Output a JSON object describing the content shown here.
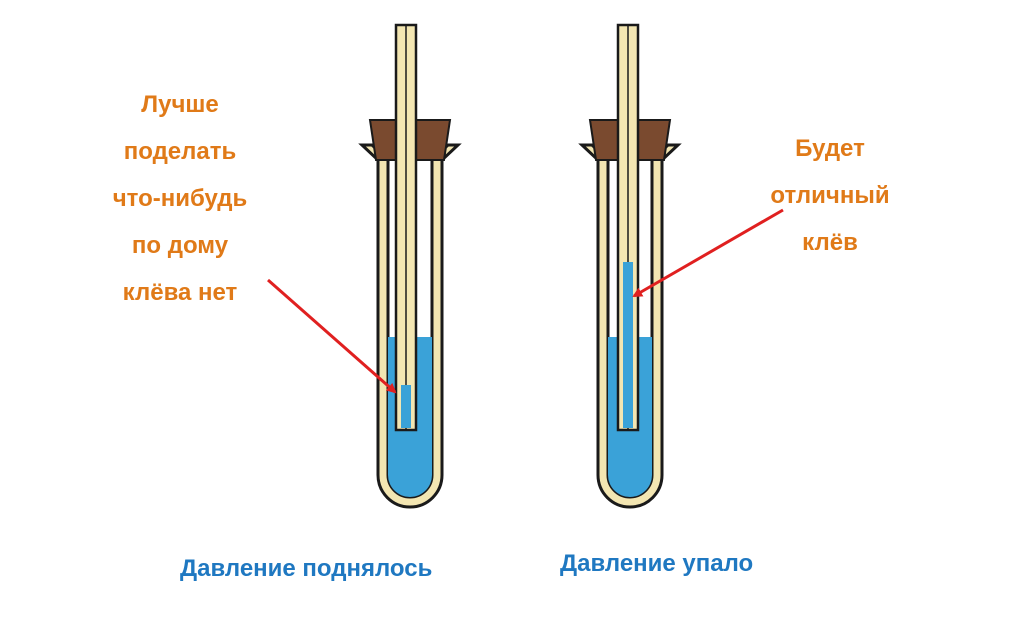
{
  "colors": {
    "water": "#3aa2d8",
    "glass": "#f3e6b2",
    "outline": "#1a1a1a",
    "cork": "#7a4a2f",
    "note_text": "#e07a18",
    "caption_text": "#1f78c1",
    "arrow": "#e02020"
  },
  "left": {
    "note_lines": [
      "Лучше",
      "поделать",
      "что-нибудь",
      "по дому",
      "клёва нет"
    ],
    "caption": "Давление поднялось"
  },
  "right": {
    "note_lines": [
      "Будет",
      "отличный",
      "клёв"
    ],
    "caption": "Давление упало"
  }
}
